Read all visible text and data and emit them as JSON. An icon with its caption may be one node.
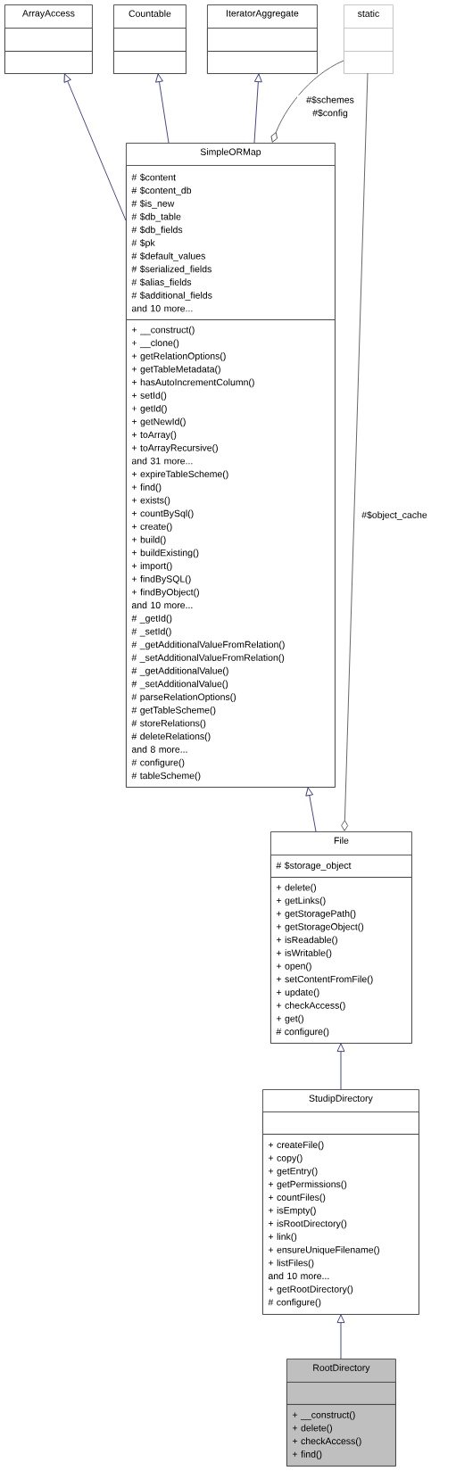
{
  "diagram": {
    "nodes": [
      {
        "text": [
          "ArrayAccess"
        ]
      },
      {
        "text": [],
        "shape": "box",
        "in": 0
      },
      {
        "text": [],
        "shape": "box",
        "in": 0
      },
      {
        "text": [
          "Countable"
        ]
      },
      {
        "text": [],
        "shape": "box",
        "in": 3
      },
      {
        "text": [],
        "shape": "box",
        "in": 3
      },
      {
        "text": [
          "IteratorAggregate"
        ]
      },
      {
        "text": [],
        "shape": "box",
        "in": 6
      },
      {
        "text": [],
        "shape": "box",
        "in": 6
      },
      {
        "text": [
          "static"
        ]
      },
      {
        "text": [],
        "shape": "box",
        "in": 9
      },
      {
        "text": [],
        "shape": "box",
        "in": 9
      },
      {
        "text": [
          "SimpleORMap"
        ]
      },
      {
        "text": [
          "# $content",
          "# $content_db",
          "# $is_new",
          "# $db_table",
          "# $db_fields",
          "# $pk",
          "# $default_values",
          "# $serialized_fields",
          "# $alias_fields",
          "# $additional_fields",
          "and 10 more..."
        ],
        "in": 12
      },
      {
        "text": [
          "+ __construct()",
          "+ __clone()",
          "+ getRelationOptions()",
          "+ getTableMetadata()",
          "+ hasAutoIncrementColumn()",
          "+ setId()",
          "+ getId()",
          "+ getNewId()",
          "+ toArray()",
          "+ toArrayRecursive()",
          "and 31 more...",
          "+ expireTableScheme()",
          "+ find()",
          "+ exists()",
          "+ countBySql()",
          "+ create()",
          "+ build()",
          "+ buildExisting()",
          "+ import()",
          "+ findBySQL()",
          "+ findByObject()",
          "and 10 more...",
          "# _getId()",
          "# _setId()",
          "# _getAdditionalValueFromRelation()",
          "# _setAdditionalValueFromRelation()",
          "# _getAdditionalValue()",
          "# _setAdditionalValue()",
          "# parseRelationOptions()",
          "# getTableScheme()",
          "# storeRelations()",
          "# deleteRelations()",
          "and 8 more...",
          "# configure()",
          "# tableScheme()"
        ],
        "in": 12
      },
      {
        "text": [
          "File"
        ]
      },
      {
        "text": [
          "# $storage_object"
        ],
        "in": 15
      },
      {
        "text": [
          "+ delete()",
          "+ getLinks()",
          "+ getStoragePath()",
          "+ getStorageObject()",
          "+ isReadable()",
          "+ isWritable()",
          "+ open()",
          "+ setContentFromFile()",
          "+ update()",
          "+ checkAccess()",
          "+ get()",
          "# configure()"
        ],
        "in": 15
      },
      {
        "text": [
          "StudipDirectory"
        ]
      },
      {
        "text": [],
        "shape": "box",
        "in": 18
      },
      {
        "text": [
          "+ createFile()",
          "+ copy()",
          "+ getEntry()",
          "+ getPermissions()",
          "+ countFiles()",
          "+ isEmpty()",
          "+ isRootDirectory()",
          "+ link()",
          "+ ensureUniqueFilename()",
          "+ listFiles()",
          "and 10 more...",
          "+ getRootDirectory()",
          "# configure()"
        ],
        "in": 18
      },
      {
        "text": [
          "RootDirectory"
        ]
      },
      {
        "text": [],
        "shape": "box",
        "in": 21
      },
      {
        "text": [
          "+ __construct()",
          "+ delete()",
          "+ checkAccess()",
          "+ find()"
        ],
        "in": 21
      }
    ],
    "edges": [
      {
        "from": 12,
        "to": 0,
        "arrow": "to"
      },
      {
        "from": 12,
        "to": 3,
        "arrow": "to"
      },
      {
        "from": 12,
        "to": 6,
        "arrow": "to"
      },
      {
        "from": 9,
        "to": 12,
        "arrow": "other",
        "label": "#$schemes #$config",
        "color": "#404040"
      },
      {
        "from": 15,
        "to": 12,
        "arrow": "to"
      },
      {
        "from": 9,
        "to": 15,
        "arrow": "other",
        "label": "#$object_cache",
        "color": "#404040"
      },
      {
        "from": 18,
        "to": 15,
        "arrow": "to"
      },
      {
        "from": 21,
        "to": 18,
        "arrow": "to"
      }
    ]
  }
}
